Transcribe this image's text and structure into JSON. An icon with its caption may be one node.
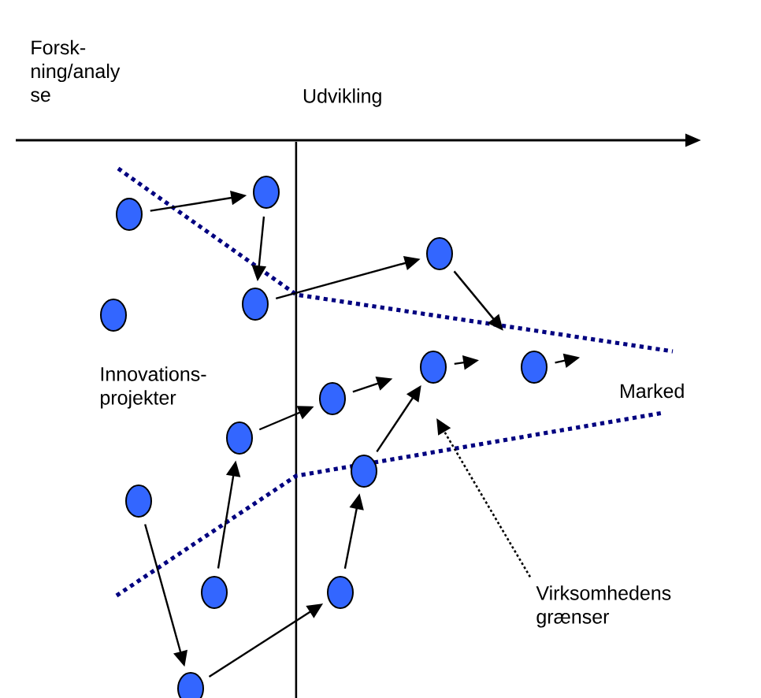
{
  "diagram": {
    "nodes": [
      {
        "text": [],
        "shape": "circle"
      },
      {
        "text": [],
        "shape": "circle"
      },
      {
        "text": [],
        "shape": "circle"
      },
      {
        "text": [],
        "shape": "circle"
      },
      {
        "text": [],
        "shape": "circle"
      },
      {
        "text": [],
        "shape": "circle"
      },
      {
        "text": [],
        "shape": "circle"
      },
      {
        "text": [],
        "shape": "circle"
      },
      {
        "text": [],
        "shape": "circle"
      },
      {
        "text": [],
        "shape": "circle"
      },
      {
        "text": [],
        "shape": "circle"
      },
      {
        "text": [],
        "shape": "circle"
      },
      {
        "text": [],
        "shape": "circle"
      },
      {
        "text": [],
        "shape": "circle"
      },
      {
        "text": [
          "Virksomhedens grænser"
        ]
      }
    ],
    "edges": [
      {
        "from": 0,
        "to": 1,
        "arrow": "to"
      },
      {
        "from": 1,
        "to": 2,
        "arrow": "to"
      },
      {
        "from": 2,
        "to": 4,
        "arrow": "to"
      },
      {
        "from": 4,
        "to": null,
        "arrow": "to"
      },
      {
        "from": 5,
        "to": null,
        "arrow": "to"
      },
      {
        "from": 6,
        "to": null,
        "arrow": "to"
      },
      {
        "from": 8,
        "to": 7,
        "arrow": "to"
      },
      {
        "from": 7,
        "to": null,
        "arrow": "to"
      },
      {
        "from": 9,
        "to": 5,
        "arrow": "to"
      },
      {
        "from": 11,
        "to": 8,
        "arrow": "to"
      },
      {
        "from": 12,
        "to": 9,
        "arrow": "to"
      },
      {
        "from": 10,
        "to": 13,
        "arrow": "to"
      },
      {
        "from": 13,
        "to": 12,
        "arrow": "to"
      },
      {
        "from": 14,
        "to": null,
        "arrow": "to",
        "style": "dashed"
      }
    ],
    "labels": [
      "Forsk- ning/analy se",
      "Udvikling",
      "Innovations- projekter",
      "Marked"
    ]
  }
}
